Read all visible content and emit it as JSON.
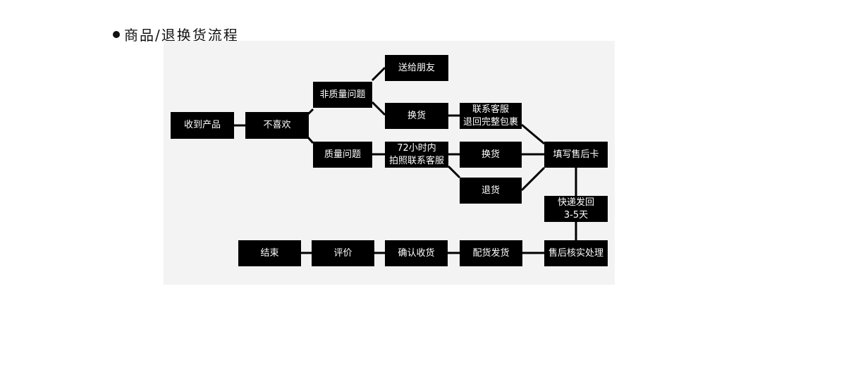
{
  "heading": "商品/退换货流程",
  "colors": {
    "node_fill": "#000000",
    "node_text": "#ffffff",
    "panel": "#f3f3f3",
    "line": "#000000"
  },
  "nodes": {
    "receive": "收到产品",
    "dislike": "不喜欢",
    "non_quality": "非质量问题",
    "quality": "质量问题",
    "gift": "送给朋友",
    "exchange_top": "换货",
    "contact_return": "联系客服\n退回完整包裹",
    "photo_contact": "72小时内\n拍照联系客服",
    "exchange_mid": "换货",
    "return_goods": "退货",
    "fill_card": "填写售后卡",
    "express": "快递发回\n3-5天",
    "verify": "售后核实处理",
    "dispatch": "配货发货",
    "confirm": "确认收货",
    "review": "评价",
    "end": "结束"
  }
}
